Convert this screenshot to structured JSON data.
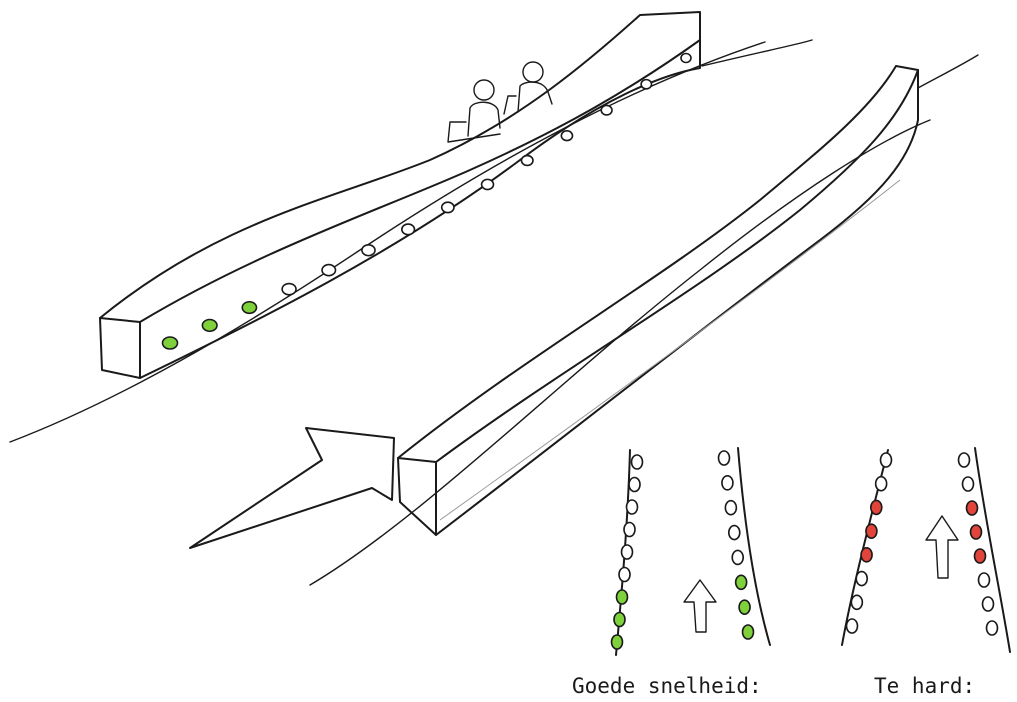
{
  "colors": {
    "ink": "#1a1a1a",
    "lamp_off": "#ffffff",
    "lamp_green": "#7fd13b",
    "lamp_red": "#e0443a"
  },
  "main_sketch": {
    "description_icons": [
      "raised-lane-divider",
      "person-icon",
      "direction-arrow-icon"
    ],
    "divider_lamp_states": [
      "green",
      "green",
      "green",
      "off",
      "off",
      "off",
      "off",
      "off",
      "off",
      "off",
      "off",
      "off",
      "off",
      "off"
    ]
  },
  "panels": [
    {
      "caption": "Goede snelheid:",
      "left_lamps": [
        "off",
        "off",
        "off",
        "off",
        "off",
        "off",
        "green",
        "green",
        "green"
      ],
      "right_lamps": [
        "off",
        "off",
        "off",
        "off",
        "off",
        "green",
        "green",
        "green"
      ]
    },
    {
      "caption": "Te hard:",
      "left_lamps": [
        "off",
        "off",
        "red",
        "red",
        "red",
        "off",
        "off",
        "off"
      ],
      "right_lamps": [
        "off",
        "off",
        "red",
        "red",
        "red",
        "off",
        "off",
        "off"
      ]
    }
  ]
}
